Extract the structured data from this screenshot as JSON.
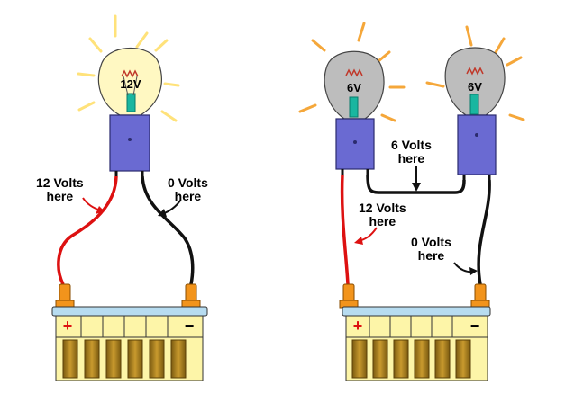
{
  "colors": {
    "ray_bright": "#ffe27a",
    "ray_dim": "#f5a73a",
    "bulb_bright": "#fff8c2",
    "bulb_dim": "#bdbdbd",
    "base": "#6a6ad2",
    "wire_red": "#dd1111",
    "wire_black": "#111111",
    "terminal": "#f2941c",
    "battery_cap": "#b7dcf0",
    "battery_body": "#fdf5a8",
    "cell": "#a07a1e",
    "plus": "#dd1111",
    "minus": "#000000"
  },
  "left_circuit": {
    "bulb_label": "12V",
    "label_red": [
      "12 Volts",
      "here"
    ],
    "label_black": [
      "0 Volts",
      "here"
    ],
    "plus_sign": "+",
    "minus_sign": "−"
  },
  "right_circuit": {
    "bulb1_label": "6V",
    "bulb2_label": "6V",
    "label_mid": [
      "6 Volts",
      "here"
    ],
    "label_red": [
      "12 Volts",
      "here"
    ],
    "label_black": [
      "0 Volts",
      "here"
    ],
    "plus_sign": "+",
    "minus_sign": "−"
  }
}
